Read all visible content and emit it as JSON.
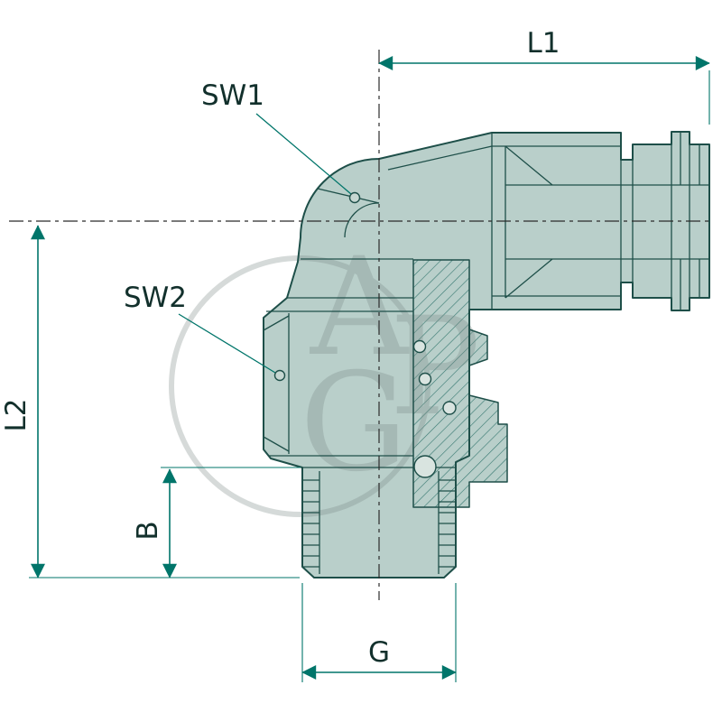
{
  "labels": {
    "l1": "L1",
    "l2": "L2",
    "b": "B",
    "g": "G",
    "sw1": "SW1",
    "sw2": "SW2"
  },
  "watermark": {
    "text": "AGP",
    "letters": {
      "a": "A",
      "g": "G",
      "p": "P"
    }
  },
  "colors": {
    "body": "#b9cfca",
    "outline": "#1e4f49",
    "dimension": "#00756a",
    "centerline": "#2b2b2b",
    "watermark": "#7e8d8a",
    "hatch_line": "#35776f",
    "label_text": "#12302c"
  }
}
